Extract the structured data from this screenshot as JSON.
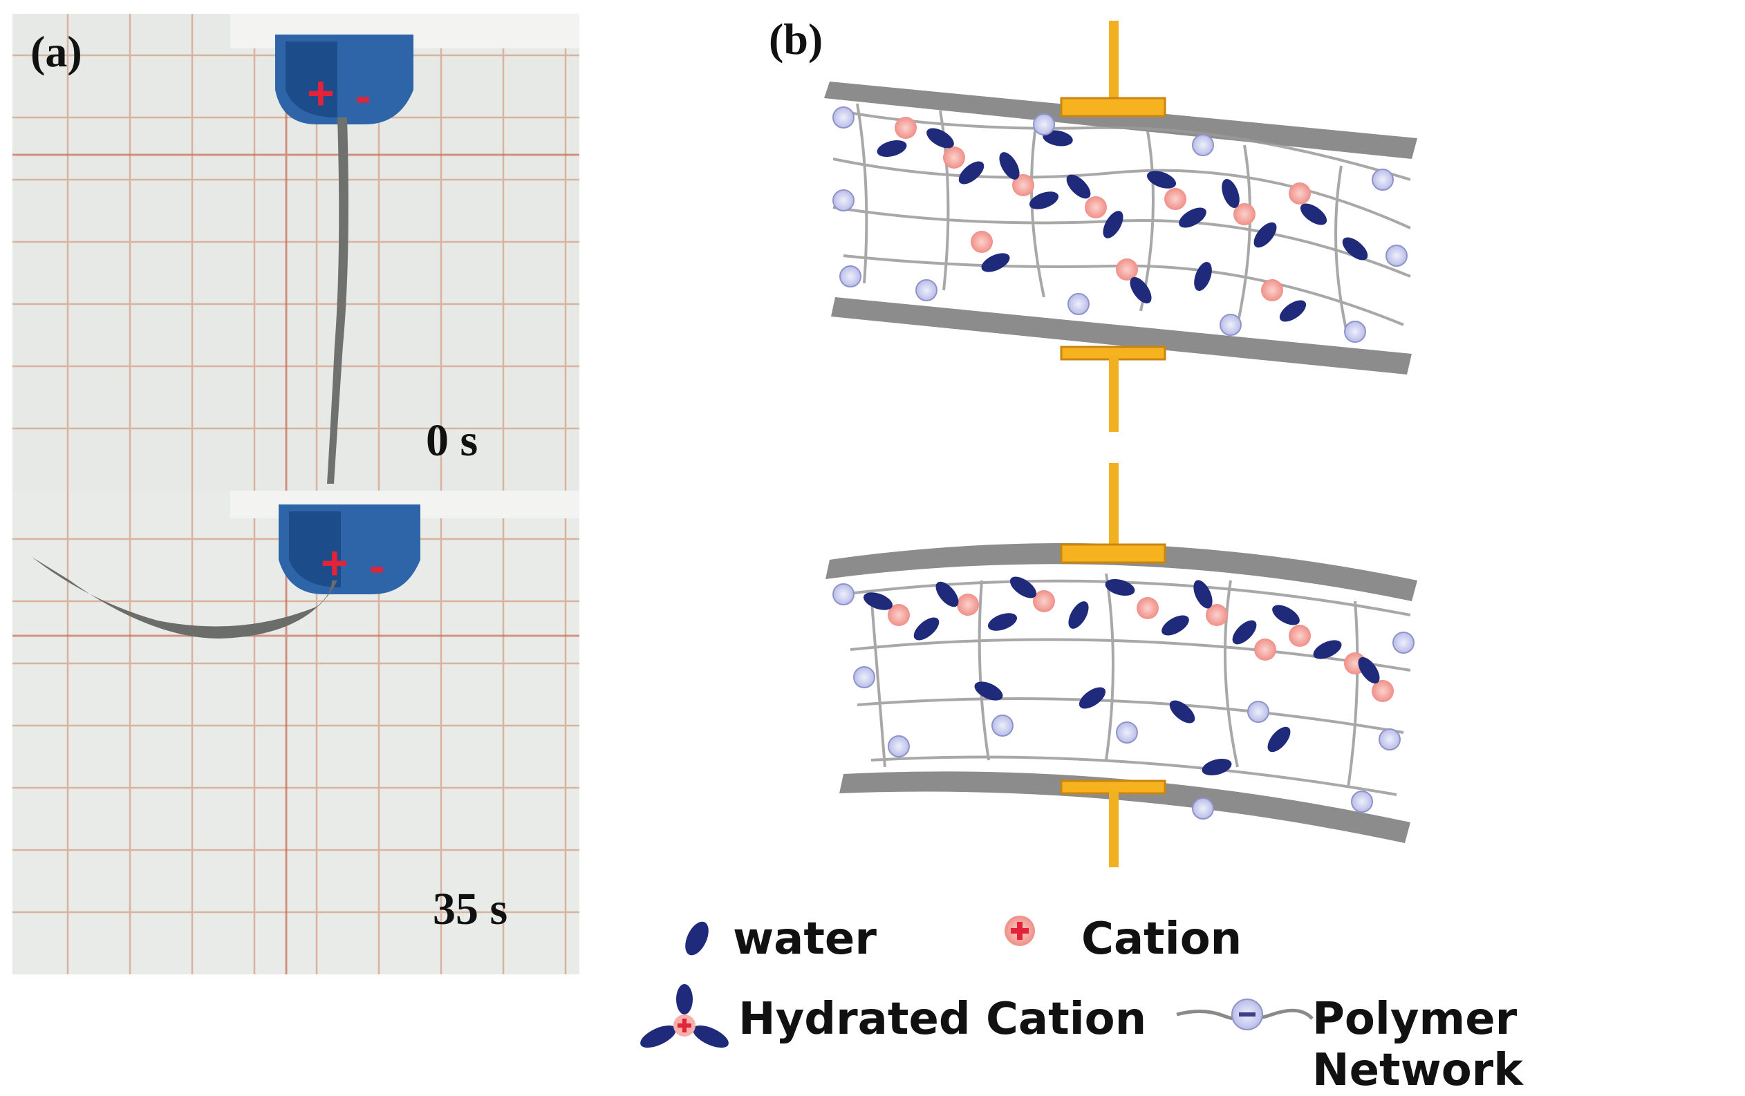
{
  "panel_a": {
    "label": "(a)",
    "top_frame": {
      "time": "0 s",
      "plus": "+",
      "minus": "-"
    },
    "bottom_frame": {
      "time": "35 s",
      "plus": "+",
      "minus": "-"
    }
  },
  "panel_b": {
    "label": "(b)",
    "legend": [
      {
        "icon": "water-molecule-icon",
        "label": "water"
      },
      {
        "icon": "cation-icon",
        "label": "Cation"
      },
      {
        "icon": "hydrated-cation-icon",
        "label": "Hydrated Cation"
      },
      {
        "icon": "polymer-network-icon",
        "label": "Polymer Network"
      }
    ]
  },
  "colors": {
    "water": "#1f2a7a",
    "cation": "#d9474b",
    "electrode": "#8a8a8a",
    "wire": "#f0b020",
    "grid_line": "#d9a08a",
    "photo_bg": "#e7e9e6"
  }
}
